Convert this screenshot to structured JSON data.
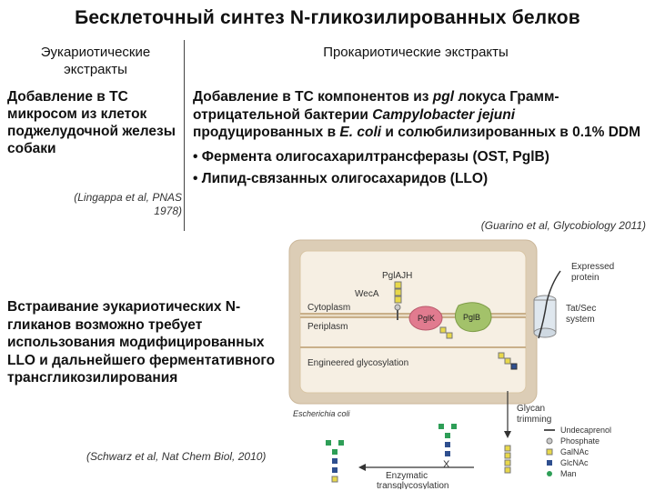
{
  "title": "Бесклеточный синтез N-гликозилированных белков",
  "left_header": "Эукариотические экстракты",
  "right_header": "Прокариотические экстракты",
  "left_body": "Добавление в ТС микросом из клеток поджелудочной железы собаки",
  "left_citation": "(Lingappa et al, PNAS 1978)",
  "right_body_parts": {
    "p1": "Добавление в ТС компонентов из ",
    "p2": "pgl",
    "p3": " локуса Грамм-отрицательной бактерии ",
    "p4": "Campylobacter jejuni",
    "p5": " продуцированных в ",
    "p6": "E. coli",
    "p7": " и солюбилизированных в 0.1% DDM"
  },
  "bullets": [
    "• Фермента олигосахарилтрансферазы (OST, PglB)",
    "• Липид-связанных олигосахаридов (LLO)"
  ],
  "right_citation": "(Guarino et al, Glycobiology 2011)",
  "middle_body": "Встраивание эукариотических N-гликанов возможно требует использования модифицированных LLO и дальнейшего ферментативного трансгликозилирования",
  "bottom_citation": "(Schwarz et al, Nat Chem Biol, 2010)",
  "diagram": {
    "pglajh": "PglAJH",
    "weca": "WecA",
    "pglk": "PglK",
    "pglb": "PglB",
    "cytoplasm": "Cytoplasm",
    "periplasm": "Periplasm",
    "engineered": "Engineered glycosylation",
    "ecoli": "Escherichia coli",
    "expressed_line1": "Expressed",
    "expressed_line2": "protein",
    "tatsec_line1": "Tat/Sec",
    "tatsec_line2": "system",
    "glycan_line1": "Glycan",
    "glycan_line2": "trimming",
    "enzymatic_line1": "Enzymatic",
    "enzymatic_line2": "transglycosylation",
    "x_mark": "X",
    "legend": [
      "Undecaprenol",
      "Phosphate",
      "GalNAc",
      "GlcNAc",
      "Man"
    ]
  },
  "colors": {
    "cell_outer": "#dccdb6",
    "cell_inner": "#f6efe3",
    "pglk": "#e17b8f",
    "pglb": "#a3c26a",
    "galnac": "#e8d84a",
    "glcnac": "#2f4f8f",
    "man": "#2e9e57"
  }
}
